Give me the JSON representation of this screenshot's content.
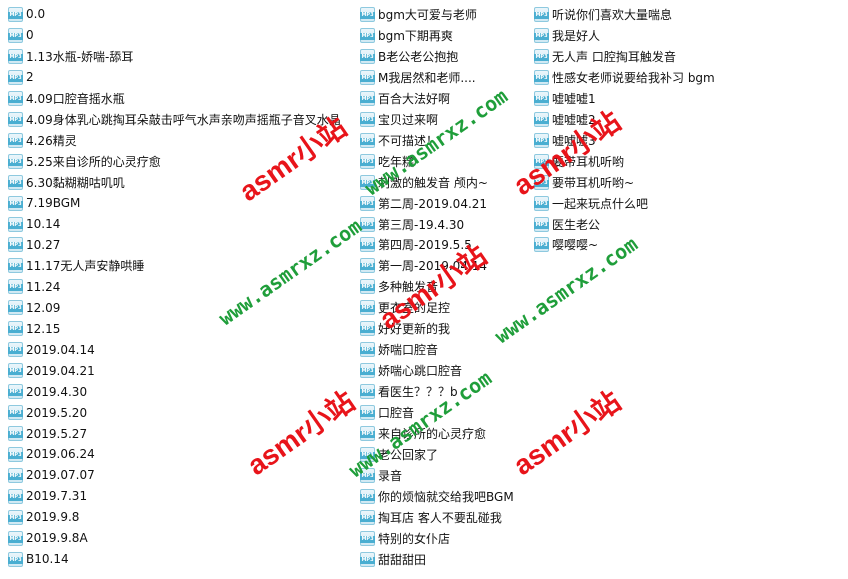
{
  "columns": [
    [
      "0.0",
      "0",
      "1.13水瓶-娇喘-舔耳",
      "2",
      "4.09口腔音摇水瓶",
      "4.09身体乳心跳掏耳朵敲击呼气水声亲吻声摇瓶子音叉水晶",
      "4.26精灵",
      "5.25来自诊所的心灵疗愈",
      "6.30黏糊糊咕叽叽",
      "7.19BGM",
      "10.14",
      "10.27",
      "11.17无人声安静哄睡",
      "11.24",
      "12.09",
      "12.15",
      "2019.04.14",
      "2019.04.21",
      "2019.4.30",
      "2019.5.20",
      "2019.5.27",
      "2019.06.24",
      "2019.07.07",
      "2019.7.31",
      "2019.9.8",
      "2019.9.8A",
      "B10.14"
    ],
    [
      "bgm大可爱与老师",
      "bgm下期再爽",
      "B老公老公抱抱",
      "M我居然和老师....",
      "百合大法好啊",
      "宝贝过来啊",
      "不可描述！",
      "吃年糕",
      "刺激的触发音 颅内~",
      "第二周-2019.04.21",
      "第三周-19.4.30",
      "第四周-2019.5.5",
      "第一周-2019.04.14",
      "多种触发音",
      "更衣室的足控",
      "好好更新的我",
      "娇喘口腔音",
      "娇喘心跳口腔音",
      "看医生？？？b",
      "口腔音",
      "来自诊所的心灵疗愈",
      "老公回家了",
      "录音",
      "你的烦恼就交给我吧BGM",
      "掏耳店 客人不要乱碰我",
      "特别的女仆店",
      "甜甜甜田"
    ],
    [
      "听说你们喜欢大量喘息",
      "我是好人",
      "无人声 口腔掏耳触发音",
      "性感女老师说要给我补习 bgm",
      "嘘嘘嘘1",
      "嘘嘘嘘2",
      "嘘嘘嘘3",
      "要带耳机听哟",
      "要带耳机听哟~",
      "一起来玩点什么吧",
      "医生老公",
      "嘤嘤嘤~"
    ]
  ],
  "file_icon": "mp3-file-icon",
  "watermarks": {
    "red_text": "asmr小站",
    "green_text": "www.asmrxz.com",
    "red_color": "#e8141a",
    "green_color": "#1f9e3a"
  }
}
